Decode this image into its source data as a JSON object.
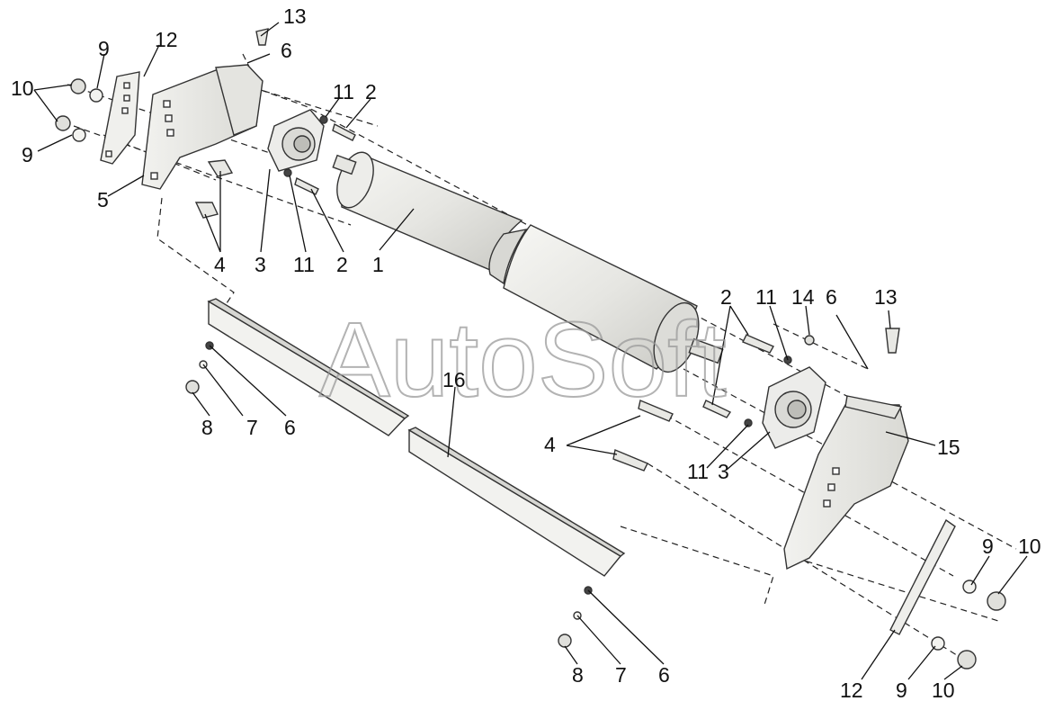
{
  "watermark": "AutoSoft",
  "callouts": {
    "top_13": "13",
    "top_6": "6",
    "top_12": "12",
    "left_9a": "9",
    "left_10": "10",
    "left_9b": "9",
    "left_5": "5",
    "left_4": "4",
    "left_3": "3",
    "left_11a": "11",
    "left_2a": "2",
    "left_11b": "11",
    "left_2b": "2",
    "roller_1": "1",
    "right_2": "2",
    "right_11a": "11",
    "right_14": "14",
    "right_6": "6",
    "right_13": "13",
    "right_4": "4",
    "right_11b": "11",
    "right_3": "3",
    "right_15": "15",
    "right_9a": "9",
    "right_10a": "10",
    "right_12": "12",
    "right_9b": "9",
    "right_10b": "10",
    "bar_16": "16",
    "upper_8": "8",
    "upper_7": "7",
    "upper_6": "6",
    "lower_8": "8",
    "lower_7": "7",
    "lower_6": "6"
  }
}
